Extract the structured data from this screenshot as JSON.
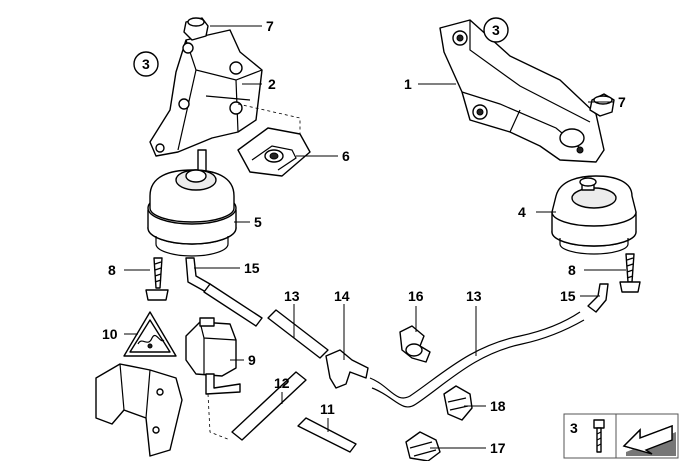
{
  "callouts": {
    "c1": "1",
    "c2": "2",
    "c3a": "3",
    "c3b": "3",
    "c4": "4",
    "c5": "5",
    "c6": "6",
    "c7a": "7",
    "c7b": "7",
    "c8a": "8",
    "c8b": "8",
    "c9": "9",
    "c10": "10",
    "c11": "11",
    "c12": "12",
    "c13a": "13",
    "c13b": "13",
    "c14": "14",
    "c15a": "15",
    "c15b": "15",
    "c16": "16",
    "c17": "17",
    "c18": "18"
  },
  "legend": {
    "ref": "3"
  },
  "icons": {
    "legend_arrow": "arrow-icon",
    "legend_bolt": "bolt-icon"
  }
}
